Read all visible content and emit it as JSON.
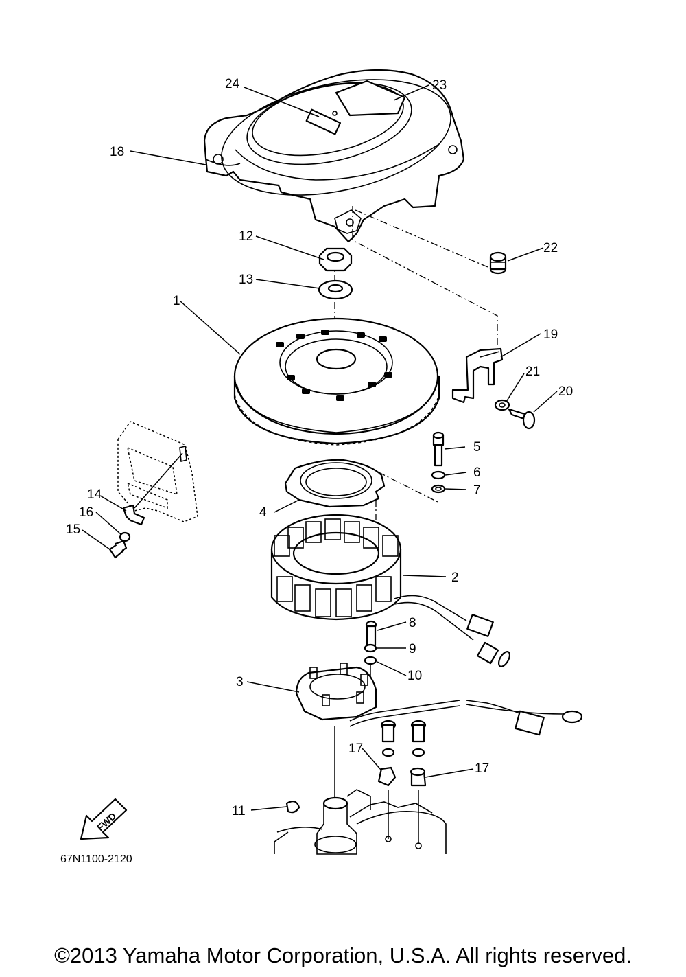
{
  "diagram": {
    "drawing_code": "67N1100-2120",
    "fwd_label": "FWD",
    "callouts": {
      "c1": "1",
      "c2": "2",
      "c3": "3",
      "c4": "4",
      "c5": "5",
      "c6": "6",
      "c7": "7",
      "c8": "8",
      "c9": "9",
      "c10": "10",
      "c11": "11",
      "c12": "12",
      "c13": "13",
      "c14": "14",
      "c15": "15",
      "c16": "16",
      "c17a": "17",
      "c17b": "17",
      "c18": "18",
      "c19": "19",
      "c20": "20",
      "c21": "21",
      "c22": "22",
      "c23": "23",
      "c24": "24"
    }
  },
  "footer": {
    "copyright": "©2013 Yamaha Motor Corporation, U.S.A. All rights reserved."
  }
}
